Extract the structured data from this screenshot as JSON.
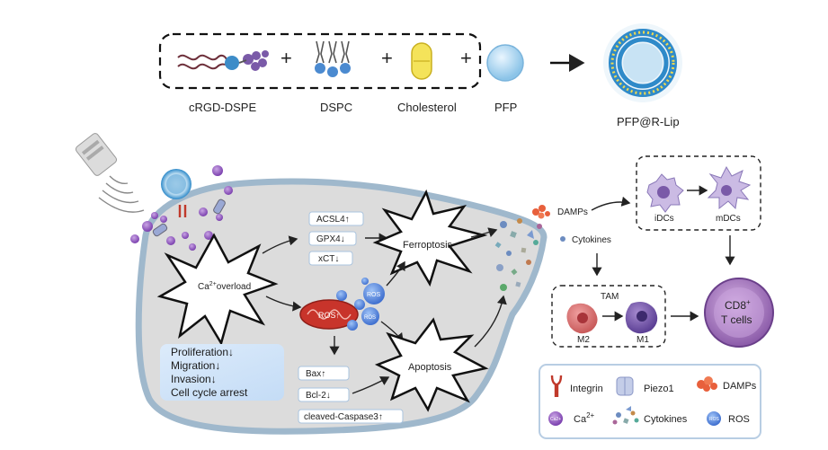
{
  "top": {
    "components": [
      {
        "label": "cRGD-DSPE"
      },
      {
        "label": "DSPC"
      },
      {
        "label": "Cholesterol"
      },
      {
        "label": "PFP"
      }
    ],
    "plus": "+",
    "product": "PFP@R-Lip"
  },
  "pathway": {
    "ca_overload_base": "Ca",
    "ca_overload_sup": "2+",
    "ca_overload_rest": "overload",
    "ferro_markers": [
      "ACSL4↑",
      "GPX4↓",
      "xCT↓"
    ],
    "ferroptosis": "Ferroptosis",
    "ros_mito": "ROS↑",
    "ros_small": "ROS",
    "apoptosis": "Apoptosis",
    "apop_markers": [
      "Bax↑",
      "Bcl-2↓",
      "cleaved-Caspase3↑"
    ],
    "ca_ion": "Ca2+",
    "effects": [
      "Proliferation↓",
      "Migration↓",
      "Invasion↓",
      "Cell cycle arrest"
    ]
  },
  "immune": {
    "damps": "DAMPs",
    "cytokines": "Cytokines",
    "idcs": "iDCs",
    "mdcs": "mDCs",
    "tam": "TAM",
    "m2": "M2",
    "m1": "M1",
    "cd8_line1": "CD8",
    "cd8_sup": "+",
    "cd8_line2": "T cells"
  },
  "legend": {
    "integrin": "Integrin",
    "piezo1": "Piezo1",
    "damps": "DAMPs",
    "ca_base": "Ca",
    "ca_sup": "2+",
    "cytokines": "Cytokines",
    "ros": "ROS",
    "ca_icon": "Ca2+",
    "ros_icon": "ROS"
  },
  "colors": {
    "cell_fill": "#dcdcdc",
    "cell_stroke": "#9fb8cc",
    "mito": "#c8342b",
    "ros": "#4d7fd6",
    "ca_ion": "#8a55b8",
    "cd8": "#8a5aa8",
    "liposome": "#2f8ac9",
    "integrin": "#c0392b",
    "damps": "#e8603c"
  }
}
